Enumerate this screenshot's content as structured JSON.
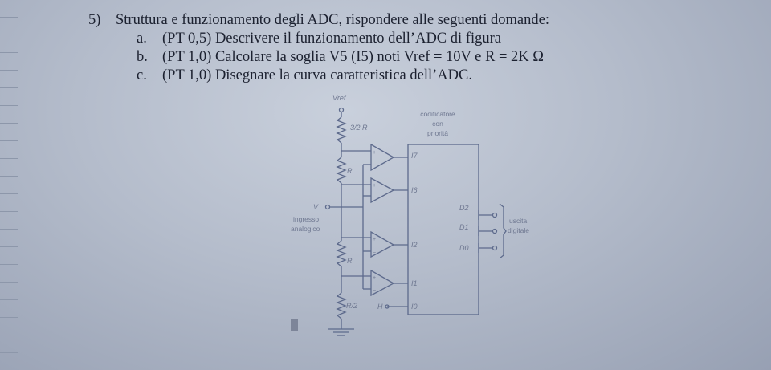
{
  "question": {
    "number": "5)",
    "title": "Struttura e funzionamento degli ADC, rispondere alle seguenti domande:",
    "items": [
      {
        "letter": "a.",
        "text": "(PT 0,5) Descrivere il funzionamento dell’ADC di figura"
      },
      {
        "letter": "b.",
        "text": "(PT 1,0) Calcolare la soglia V5 (I5) noti Vref = 10V e R = 2K Ω"
      },
      {
        "letter": "c.",
        "text": "(PT 1,0) Disegnare la curva caratteristica dell’ADC."
      }
    ]
  },
  "circuit": {
    "vref": "Vref",
    "vin": "V",
    "input_label": [
      "ingresso",
      "analogico"
    ],
    "r_top": "3/2 R",
    "r_mid_1": "R",
    "r_mid_2": "R",
    "r_bottom": "R/2",
    "encoder_label": [
      "codificatore",
      "con",
      "priorità"
    ],
    "encoder_inputs": [
      "I7",
      "I6",
      "I2",
      "I1",
      "I0"
    ],
    "encoder_outputs": [
      "D2",
      "D1",
      "D0"
    ],
    "h_label": "H",
    "output_label": [
      "uscita",
      "digitale"
    ]
  }
}
